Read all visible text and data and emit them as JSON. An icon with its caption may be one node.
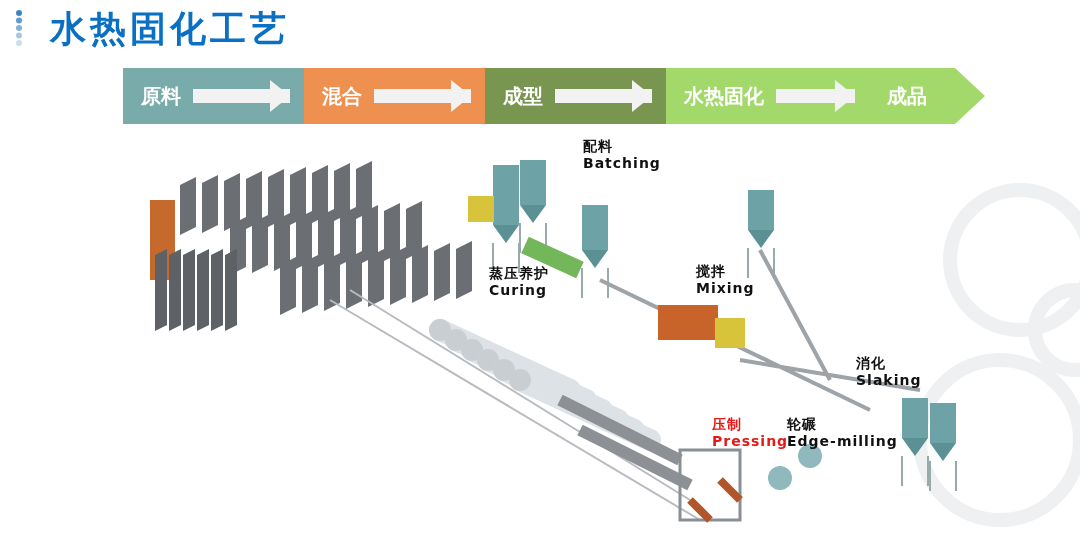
{
  "diagram": {
    "title": "水热固化工艺",
    "nodes": [
      {
        "text": [
          "原料"
        ]
      },
      {
        "text": [
          "混合"
        ]
      },
      {
        "text": [
          "成型"
        ]
      },
      {
        "text": [
          "水热固化"
        ]
      },
      {
        "text": [
          "成品"
        ]
      }
    ],
    "edges": [
      {
        "from": 0,
        "to": 1,
        "arrow": "to"
      },
      {
        "from": 1,
        "to": 2,
        "arrow": "to"
      },
      {
        "from": 2,
        "to": 3,
        "arrow": "to"
      },
      {
        "from": 3,
        "to": 4,
        "arrow": "to"
      }
    ],
    "labels": [
      "配料 Batching",
      "蒸压养护 Curing",
      "搅拌 Mixing",
      "消化 Slaking",
      "压制 Pressing",
      "轮碾 Edge-milling"
    ]
  }
}
